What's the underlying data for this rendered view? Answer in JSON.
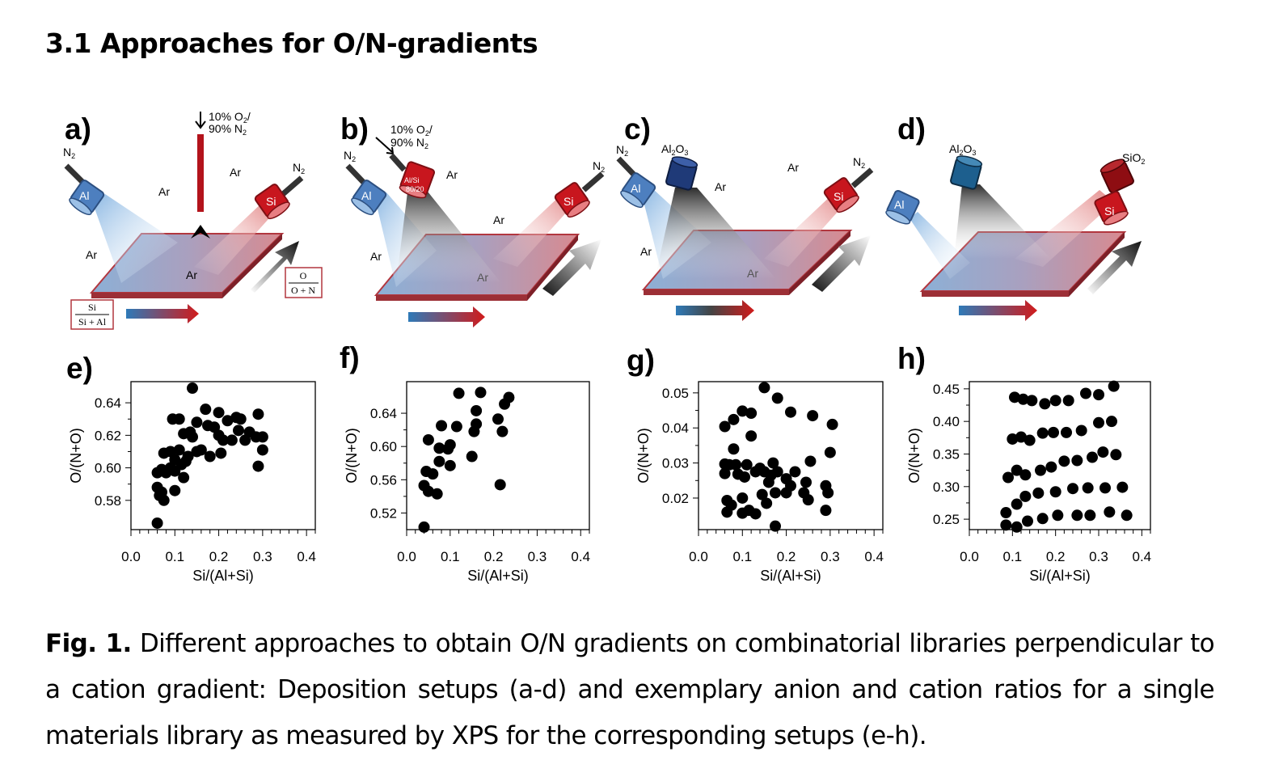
{
  "section_title": "3.1 Approaches for O/N-gradients",
  "setups": [
    {
      "letter": "a)",
      "gas": [
        "10% O",
        "2",
        "/",
        "90% N",
        "2"
      ],
      "targets": [
        "Al",
        "Si"
      ],
      "n2": "N",
      "ar": "Ar",
      "formula_top": "Si",
      "formula_bottom": "Si + Al",
      "formula2_top": "O",
      "formula2_bottom": "O + N"
    },
    {
      "letter": "b)",
      "gas": [
        "10% O",
        "2",
        "/",
        "90% N",
        "2"
      ],
      "targets": [
        "Al",
        "Si"
      ],
      "mixed_target": [
        "Al/Si",
        "80/20"
      ],
      "n2": "N",
      "ar": "Ar"
    },
    {
      "letter": "c)",
      "targets": [
        "Al",
        "Si"
      ],
      "oxide": [
        "Al",
        "2",
        "O",
        "3"
      ],
      "n2": "N",
      "ar": "Ar"
    },
    {
      "letter": "d)",
      "targets": [
        "Al",
        "Si"
      ],
      "oxide": [
        "Al",
        "2",
        "O",
        "3"
      ],
      "oxide2": [
        "SiO",
        "2"
      ]
    }
  ],
  "colors": {
    "al_blue": "#3f6fae",
    "si_red": "#c0141c",
    "substrate_edge": "#b2373f",
    "arrow_dark": "#222222"
  },
  "chart_data": [
    {
      "type": "scatter",
      "label": "e)",
      "xlabel": "Si/(Al+Si)",
      "ylabel": "O/(N+O)",
      "xlim": [
        0,
        0.42
      ],
      "ylim": [
        0.562,
        0.653
      ],
      "xticks": [
        "0.0",
        "0.1",
        "0.2",
        "0.3",
        "0.4"
      ],
      "yticks": [
        "0.58",
        "0.60",
        "0.62",
        "0.64"
      ],
      "points": [
        [
          0.06,
          0.566
        ],
        [
          0.06,
          0.588
        ],
        [
          0.06,
          0.597
        ],
        [
          0.065,
          0.583
        ],
        [
          0.07,
          0.585
        ],
        [
          0.07,
          0.599
        ],
        [
          0.075,
          0.609
        ],
        [
          0.075,
          0.58
        ],
        [
          0.08,
          0.597
        ],
        [
          0.09,
          0.61
        ],
        [
          0.09,
          0.6
        ],
        [
          0.095,
          0.63
        ],
        [
          0.1,
          0.605
        ],
        [
          0.1,
          0.598
        ],
        [
          0.1,
          0.586
        ],
        [
          0.11,
          0.63
        ],
        [
          0.11,
          0.611
        ],
        [
          0.115,
          0.602
        ],
        [
          0.12,
          0.594
        ],
        [
          0.12,
          0.621
        ],
        [
          0.125,
          0.604
        ],
        [
          0.13,
          0.607
        ],
        [
          0.135,
          0.622
        ],
        [
          0.14,
          0.649
        ],
        [
          0.14,
          0.619
        ],
        [
          0.15,
          0.61
        ],
        [
          0.15,
          0.628
        ],
        [
          0.16,
          0.611
        ],
        [
          0.17,
          0.636
        ],
        [
          0.175,
          0.626
        ],
        [
          0.18,
          0.607
        ],
        [
          0.19,
          0.625
        ],
        [
          0.2,
          0.634
        ],
        [
          0.2,
          0.62
        ],
        [
          0.205,
          0.609
        ],
        [
          0.21,
          0.617
        ],
        [
          0.22,
          0.629
        ],
        [
          0.23,
          0.617
        ],
        [
          0.24,
          0.631
        ],
        [
          0.245,
          0.623
        ],
        [
          0.25,
          0.63
        ],
        [
          0.26,
          0.617
        ],
        [
          0.27,
          0.622
        ],
        [
          0.285,
          0.619
        ],
        [
          0.29,
          0.633
        ],
        [
          0.29,
          0.601
        ],
        [
          0.3,
          0.611
        ],
        [
          0.3,
          0.619
        ]
      ]
    },
    {
      "type": "scatter",
      "label": "f)",
      "xlabel": "Si/(Al+Si)",
      "ylabel": "O/(N+O)",
      "xlim": [
        0,
        0.42
      ],
      "ylim": [
        0.5,
        0.678
      ],
      "xticks": [
        "0.0",
        "0.1",
        "0.2",
        "0.3",
        "0.4"
      ],
      "yticks": [
        "0.52",
        "0.56",
        "0.60",
        "0.64"
      ],
      "points": [
        [
          0.04,
          0.503
        ],
        [
          0.04,
          0.553
        ],
        [
          0.045,
          0.57
        ],
        [
          0.05,
          0.546
        ],
        [
          0.05,
          0.608
        ],
        [
          0.06,
          0.567
        ],
        [
          0.07,
          0.543
        ],
        [
          0.075,
          0.598
        ],
        [
          0.075,
          0.582
        ],
        [
          0.08,
          0.625
        ],
        [
          0.095,
          0.597
        ],
        [
          0.1,
          0.577
        ],
        [
          0.1,
          0.602
        ],
        [
          0.115,
          0.624
        ],
        [
          0.12,
          0.664
        ],
        [
          0.15,
          0.588
        ],
        [
          0.155,
          0.618
        ],
        [
          0.16,
          0.627
        ],
        [
          0.16,
          0.643
        ],
        [
          0.17,
          0.665
        ],
        [
          0.21,
          0.633
        ],
        [
          0.215,
          0.554
        ],
        [
          0.22,
          0.618
        ],
        [
          0.225,
          0.651
        ],
        [
          0.235,
          0.659
        ]
      ]
    },
    {
      "type": "scatter",
      "label": "g)",
      "xlabel": "Si/(Al+Si)",
      "ylabel": "O/(N+O)",
      "xlim": [
        0,
        0.42
      ],
      "ylim": [
        0.011,
        0.0532
      ],
      "xticks": [
        "0.0",
        "0.1",
        "0.2",
        "0.3",
        "0.4"
      ],
      "yticks": [
        "0.02",
        "0.03",
        "0.04",
        "0.05"
      ],
      "points": [
        [
          0.06,
          0.0404
        ],
        [
          0.06,
          0.0297
        ],
        [
          0.06,
          0.027
        ],
        [
          0.065,
          0.0193
        ],
        [
          0.065,
          0.016
        ],
        [
          0.07,
          0.0295
        ],
        [
          0.075,
          0.018
        ],
        [
          0.08,
          0.034
        ],
        [
          0.08,
          0.0424
        ],
        [
          0.085,
          0.0295
        ],
        [
          0.09,
          0.0268
        ],
        [
          0.1,
          0.02
        ],
        [
          0.1,
          0.0157
        ],
        [
          0.1,
          0.0448
        ],
        [
          0.105,
          0.026
        ],
        [
          0.11,
          0.0295
        ],
        [
          0.115,
          0.0165
        ],
        [
          0.12,
          0.0442
        ],
        [
          0.12,
          0.0377
        ],
        [
          0.13,
          0.0275
        ],
        [
          0.13,
          0.0155
        ],
        [
          0.14,
          0.0285
        ],
        [
          0.145,
          0.021
        ],
        [
          0.15,
          0.0515
        ],
        [
          0.15,
          0.0275
        ],
        [
          0.155,
          0.0185
        ],
        [
          0.16,
          0.0245
        ],
        [
          0.165,
          0.0265
        ],
        [
          0.17,
          0.03
        ],
        [
          0.175,
          0.0215
        ],
        [
          0.175,
          0.012
        ],
        [
          0.18,
          0.0485
        ],
        [
          0.18,
          0.0275
        ],
        [
          0.2,
          0.0215
        ],
        [
          0.2,
          0.0255
        ],
        [
          0.21,
          0.0445
        ],
        [
          0.21,
          0.0235
        ],
        [
          0.22,
          0.0275
        ],
        [
          0.24,
          0.0215
        ],
        [
          0.245,
          0.0245
        ],
        [
          0.25,
          0.0195
        ],
        [
          0.255,
          0.0305
        ],
        [
          0.26,
          0.0435
        ],
        [
          0.29,
          0.0165
        ],
        [
          0.29,
          0.0235
        ],
        [
          0.295,
          0.0215
        ],
        [
          0.3,
          0.033
        ],
        [
          0.305,
          0.041
        ]
      ]
    },
    {
      "type": "scatter",
      "label": "h)",
      "xlabel": "Si/(Al+Si)",
      "ylabel": "O/(N+O)",
      "xlim": [
        0,
        0.42
      ],
      "ylim": [
        0.234,
        0.461
      ],
      "xticks": [
        "0.0",
        "0.1",
        "0.2",
        "0.3",
        "0.4"
      ],
      "yticks": [
        "0.25",
        "0.30",
        "0.35",
        "0.40",
        "0.45"
      ],
      "points": [
        [
          0.085,
          0.26
        ],
        [
          0.085,
          0.241
        ],
        [
          0.09,
          0.314
        ],
        [
          0.1,
          0.373
        ],
        [
          0.105,
          0.437
        ],
        [
          0.11,
          0.325
        ],
        [
          0.11,
          0.273
        ],
        [
          0.11,
          0.238
        ],
        [
          0.12,
          0.376
        ],
        [
          0.125,
          0.434
        ],
        [
          0.13,
          0.285
        ],
        [
          0.13,
          0.318
        ],
        [
          0.135,
          0.247
        ],
        [
          0.14,
          0.371
        ],
        [
          0.145,
          0.432
        ],
        [
          0.16,
          0.29
        ],
        [
          0.165,
          0.325
        ],
        [
          0.17,
          0.251
        ],
        [
          0.17,
          0.382
        ],
        [
          0.175,
          0.427
        ],
        [
          0.19,
          0.33
        ],
        [
          0.195,
          0.383
        ],
        [
          0.2,
          0.432
        ],
        [
          0.2,
          0.292
        ],
        [
          0.205,
          0.256
        ],
        [
          0.22,
          0.339
        ],
        [
          0.225,
          0.383
        ],
        [
          0.23,
          0.432
        ],
        [
          0.24,
          0.297
        ],
        [
          0.25,
          0.256
        ],
        [
          0.25,
          0.34
        ],
        [
          0.26,
          0.386
        ],
        [
          0.27,
          0.443
        ],
        [
          0.275,
          0.298
        ],
        [
          0.28,
          0.256
        ],
        [
          0.285,
          0.345
        ],
        [
          0.3,
          0.398
        ],
        [
          0.3,
          0.441
        ],
        [
          0.31,
          0.353
        ],
        [
          0.315,
          0.298
        ],
        [
          0.325,
          0.261
        ],
        [
          0.33,
          0.4
        ],
        [
          0.335,
          0.454
        ],
        [
          0.34,
          0.349
        ],
        [
          0.355,
          0.299
        ],
        [
          0.365,
          0.256
        ]
      ]
    }
  ],
  "caption": {
    "label": "Fig. 1.",
    "text": " Different approaches to obtain O/N gradients on combinatorial libraries perpendicular to a cation gradient: Deposition setups (a-d) and exemplary anion and cation ratios for a single materials library as measured by XPS for the corresponding setups (e-h)."
  }
}
